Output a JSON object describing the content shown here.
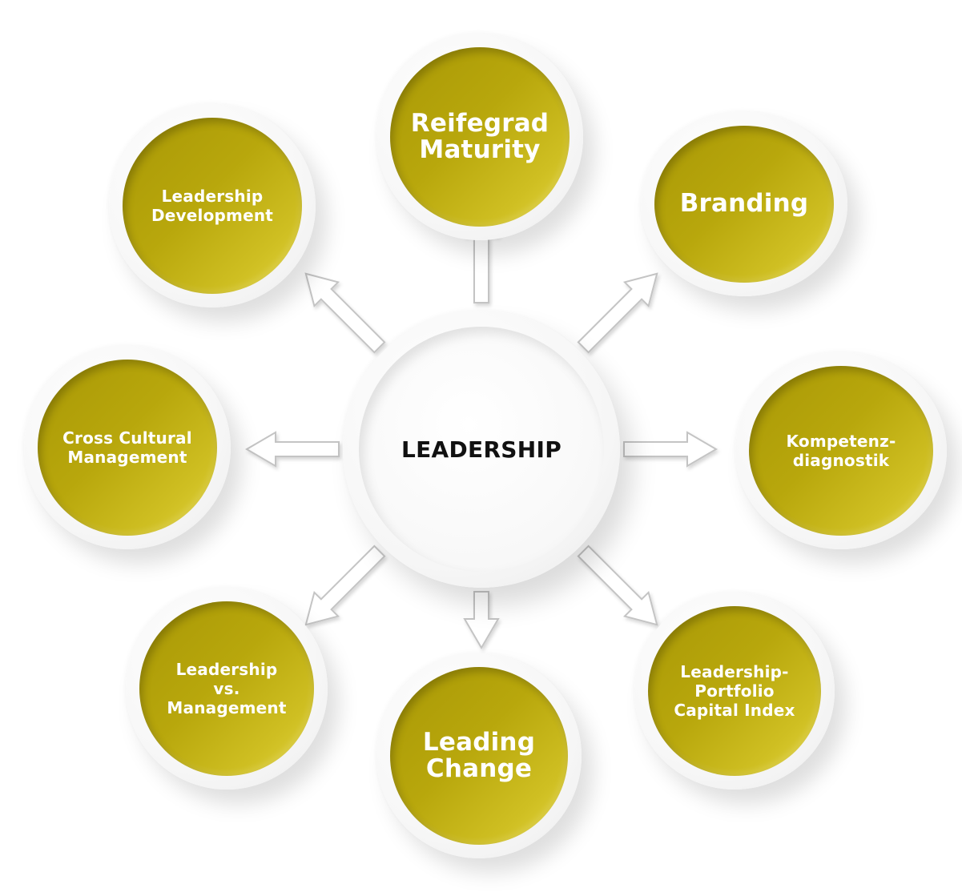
{
  "center": {
    "label": "LEADERSHIP"
  },
  "nodes": [
    {
      "id": "reifegrad",
      "label": "Reifegrad\nMaturity",
      "size": "lg"
    },
    {
      "id": "branding",
      "label": "Branding",
      "size": "lg"
    },
    {
      "id": "kompetenzdiagnostik",
      "label": "Kompetenz-\ndiagnostik",
      "size": "sm"
    },
    {
      "id": "portfolio",
      "label": "Leadership-\nPortfolio\nCapital Index",
      "size": "sm"
    },
    {
      "id": "leading-change",
      "label": "Leading\nChange",
      "size": "lg"
    },
    {
      "id": "leadership-vs-management",
      "label": "Leadership\nvs.\nManagement",
      "size": "sm"
    },
    {
      "id": "cross-cultural",
      "label": "Cross Cultural\nManagement",
      "size": "sm"
    },
    {
      "id": "leadership-development",
      "label": "Leadership\nDevelopment",
      "size": "sm"
    }
  ],
  "colors": {
    "node_fill": "#b8a70c",
    "node_text": "#ffffff",
    "center_text": "#111111",
    "arrow_fill": "#ffffff",
    "arrow_stroke": "#c4c4c4"
  }
}
